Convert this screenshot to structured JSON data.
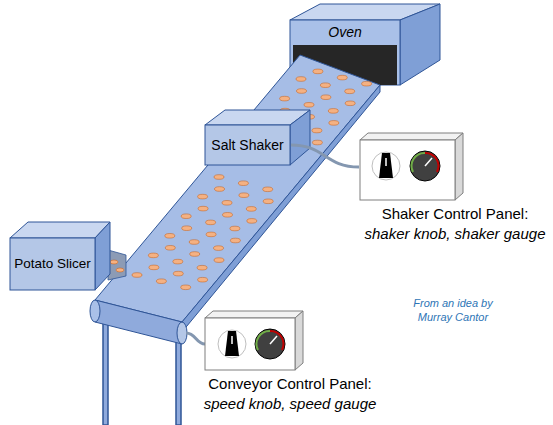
{
  "diagram": {
    "nodes": [
      {
        "text": [
          "Oven"
        ]
      },
      {
        "text": [
          "Salt Shaker"
        ]
      },
      {
        "text": [
          "Shaker Control Panel:",
          "shaker knob, shaker gauge"
        ]
      },
      {
        "text": [
          "Potato Slicer"
        ]
      },
      {
        "text": [
          "Conveyor Control Panel:",
          "speed knob, speed gauge"
        ]
      }
    ],
    "edges": [
      {
        "from": 1,
        "to": 2,
        "arrow": "none"
      }
    ],
    "labels": [
      "From an idea by Murray Cantor"
    ]
  }
}
